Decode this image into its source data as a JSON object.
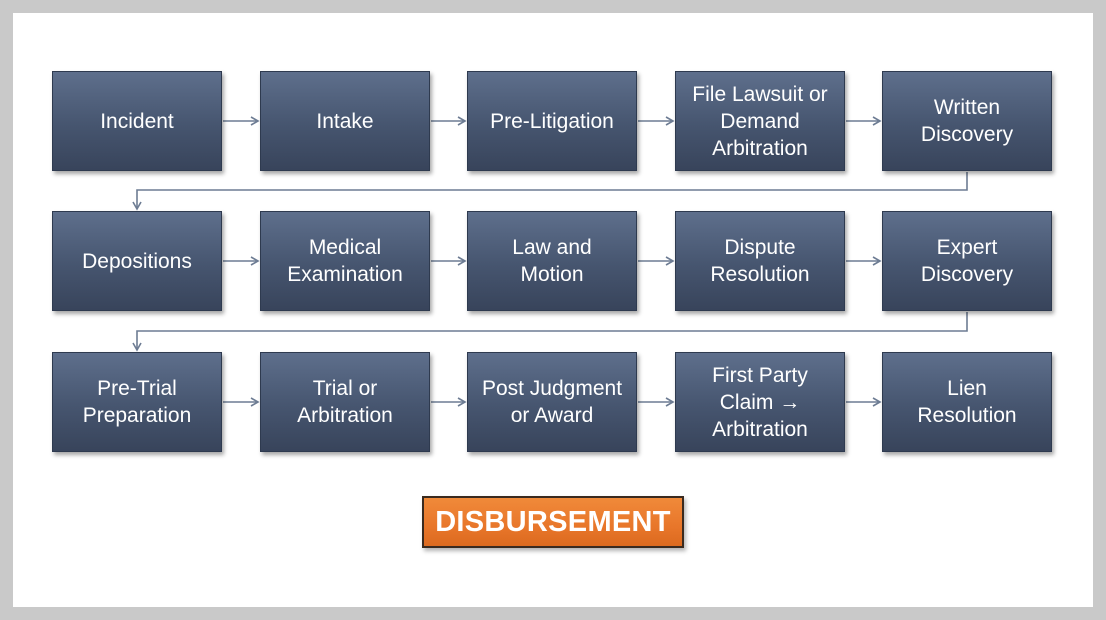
{
  "colors": {
    "box_fill": "#46556f",
    "box_border": "#2e3a4f",
    "box_text": "#ffffff",
    "connector": "#6d7c93",
    "final_fill": "#e8762a",
    "final_border": "#3a2a1f",
    "slide_background": "#ffffff",
    "frame": "#c9c9c9"
  },
  "rows": [
    {
      "steps": [
        {
          "label": "Incident"
        },
        {
          "label": "Intake"
        },
        {
          "label": "Pre-Litigation"
        },
        {
          "label": "File Lawsuit or\nDemand\nArbitration"
        },
        {
          "label": "Written\nDiscovery"
        }
      ]
    },
    {
      "steps": [
        {
          "label": "Depositions"
        },
        {
          "label": "Medical\nExamination"
        },
        {
          "label": "Law and\nMotion"
        },
        {
          "label": "Dispute\nResolution"
        },
        {
          "label": "Expert\nDiscovery"
        }
      ]
    },
    {
      "steps": [
        {
          "label": "Pre-Trial\nPreparation"
        },
        {
          "label": "Trial or\nArbitration"
        },
        {
          "label": "Post Judgment\nor Award"
        },
        {
          "label": "First Party\nClaim →\nArbitration"
        },
        {
          "label": "Lien\nResolution"
        }
      ]
    }
  ],
  "final": {
    "label": "DISBURSEMENT"
  }
}
